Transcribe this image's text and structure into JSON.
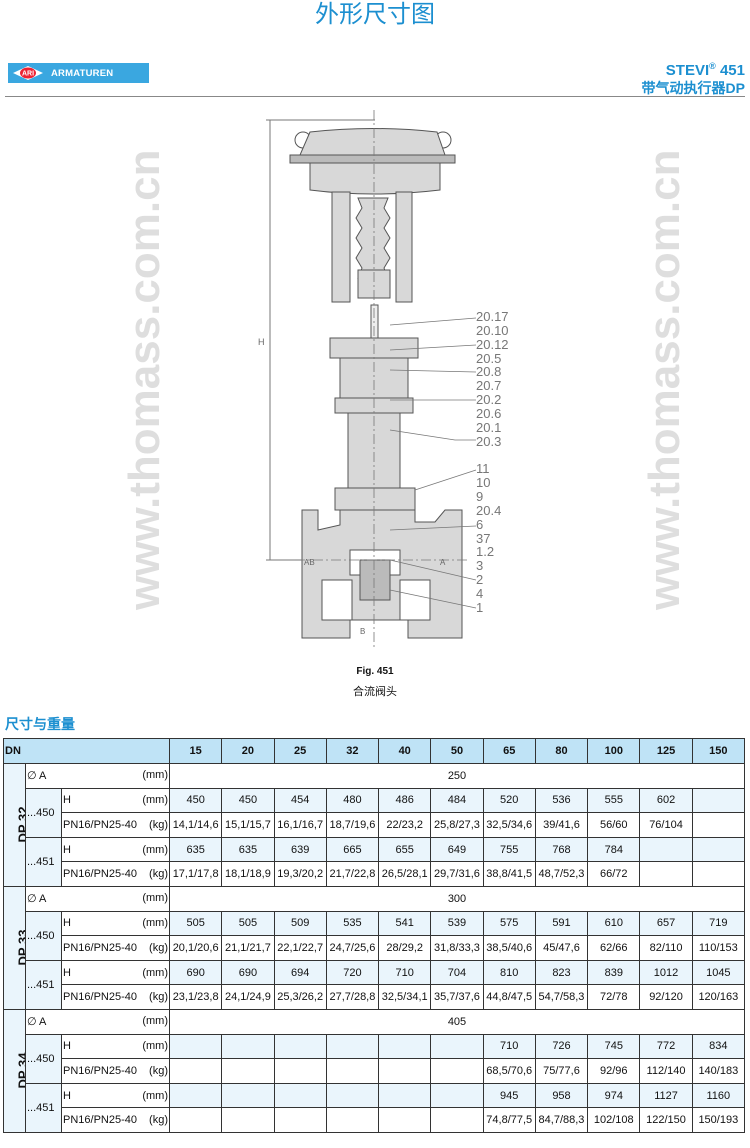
{
  "header": {
    "title": "外形尺寸图",
    "brand": "ARMATUREN",
    "brand_badge": "ARI",
    "product": "STEVI",
    "product_reg": "®",
    "product_num": "451",
    "subtitle": "带气动执行器DP"
  },
  "figure": {
    "caption": "Fig. 451",
    "subcaption": "合流阀头",
    "dim_label": "H",
    "port_labels": [
      "AB",
      "A",
      "B"
    ],
    "callouts": [
      "20.17",
      "20.10",
      "20.12",
      "20.5",
      "20.8",
      "20.7",
      "20.2",
      "20.6",
      "20.1",
      "20.3",
      "",
      "11",
      "10",
      "9",
      "20.4",
      "6",
      "37",
      "1.2",
      "3",
      "2",
      "4",
      "1"
    ]
  },
  "section_title": "尺寸与重量",
  "watermark": "www.thomass.com.cn",
  "table": {
    "dn_label": "DN",
    "dn": [
      "15",
      "20",
      "25",
      "32",
      "40",
      "50",
      "65",
      "80",
      "100",
      "125",
      "150"
    ],
    "a_label": "∅ A",
    "h_label": "H",
    "w_label": "PN16/PN25-40",
    "mm": "(mm)",
    "kg": "(kg)",
    "groups": [
      {
        "name": "DP 32",
        "a": "250",
        "subs": [
          {
            "name": "...450",
            "h": [
              "450",
              "450",
              "454",
              "480",
              "486",
              "484",
              "520",
              "536",
              "555",
              "602",
              ""
            ],
            "w": [
              "14,1/14,6",
              "15,1/15,7",
              "16,1/16,7",
              "18,7/19,6",
              "22/23,2",
              "25,8/27,3",
              "32,5/34,6",
              "39/41,6",
              "56/60",
              "76/104",
              ""
            ]
          },
          {
            "name": "...451",
            "h": [
              "635",
              "635",
              "639",
              "665",
              "655",
              "649",
              "755",
              "768",
              "784",
              "",
              ""
            ],
            "w": [
              "17,1/17,8",
              "18,1/18,9",
              "19,3/20,2",
              "21,7/22,8",
              "26,5/28,1",
              "29,7/31,6",
              "38,8/41,5",
              "48,7/52,3",
              "66/72",
              "",
              ""
            ]
          }
        ]
      },
      {
        "name": "DP 33",
        "a": "300",
        "subs": [
          {
            "name": "...450",
            "h": [
              "505",
              "505",
              "509",
              "535",
              "541",
              "539",
              "575",
              "591",
              "610",
              "657",
              "719"
            ],
            "w": [
              "20,1/20,6",
              "21,1/21,7",
              "22,1/22,7",
              "24,7/25,6",
              "28/29,2",
              "31,8/33,3",
              "38,5/40,6",
              "45/47,6",
              "62/66",
              "82/110",
              "110/153"
            ]
          },
          {
            "name": "...451",
            "h": [
              "690",
              "690",
              "694",
              "720",
              "710",
              "704",
              "810",
              "823",
              "839",
              "1012",
              "1045"
            ],
            "w": [
              "23,1/23,8",
              "24,1/24,9",
              "25,3/26,2",
              "27,7/28,8",
              "32,5/34,1",
              "35,7/37,6",
              "44,8/47,5",
              "54,7/58,3",
              "72/78",
              "92/120",
              "120/163"
            ]
          }
        ]
      },
      {
        "name": "DP 34",
        "a": "405",
        "subs": [
          {
            "name": "...450",
            "h": [
              "",
              "",
              "",
              "",
              "",
              "",
              "710",
              "726",
              "745",
              "772",
              "834"
            ],
            "w": [
              "",
              "",
              "",
              "",
              "",
              "",
              "68,5/70,6",
              "75/77,6",
              "92/96",
              "112/140",
              "140/183"
            ]
          },
          {
            "name": "...451",
            "h": [
              "",
              "",
              "",
              "",
              "",
              "",
              "945",
              "958",
              "974",
              "1127",
              "1160"
            ],
            "w": [
              "",
              "",
              "",
              "",
              "",
              "",
              "74,8/77,5",
              "84,7/88,3",
              "102/108",
              "122/150",
              "150/193"
            ]
          }
        ]
      }
    ]
  }
}
